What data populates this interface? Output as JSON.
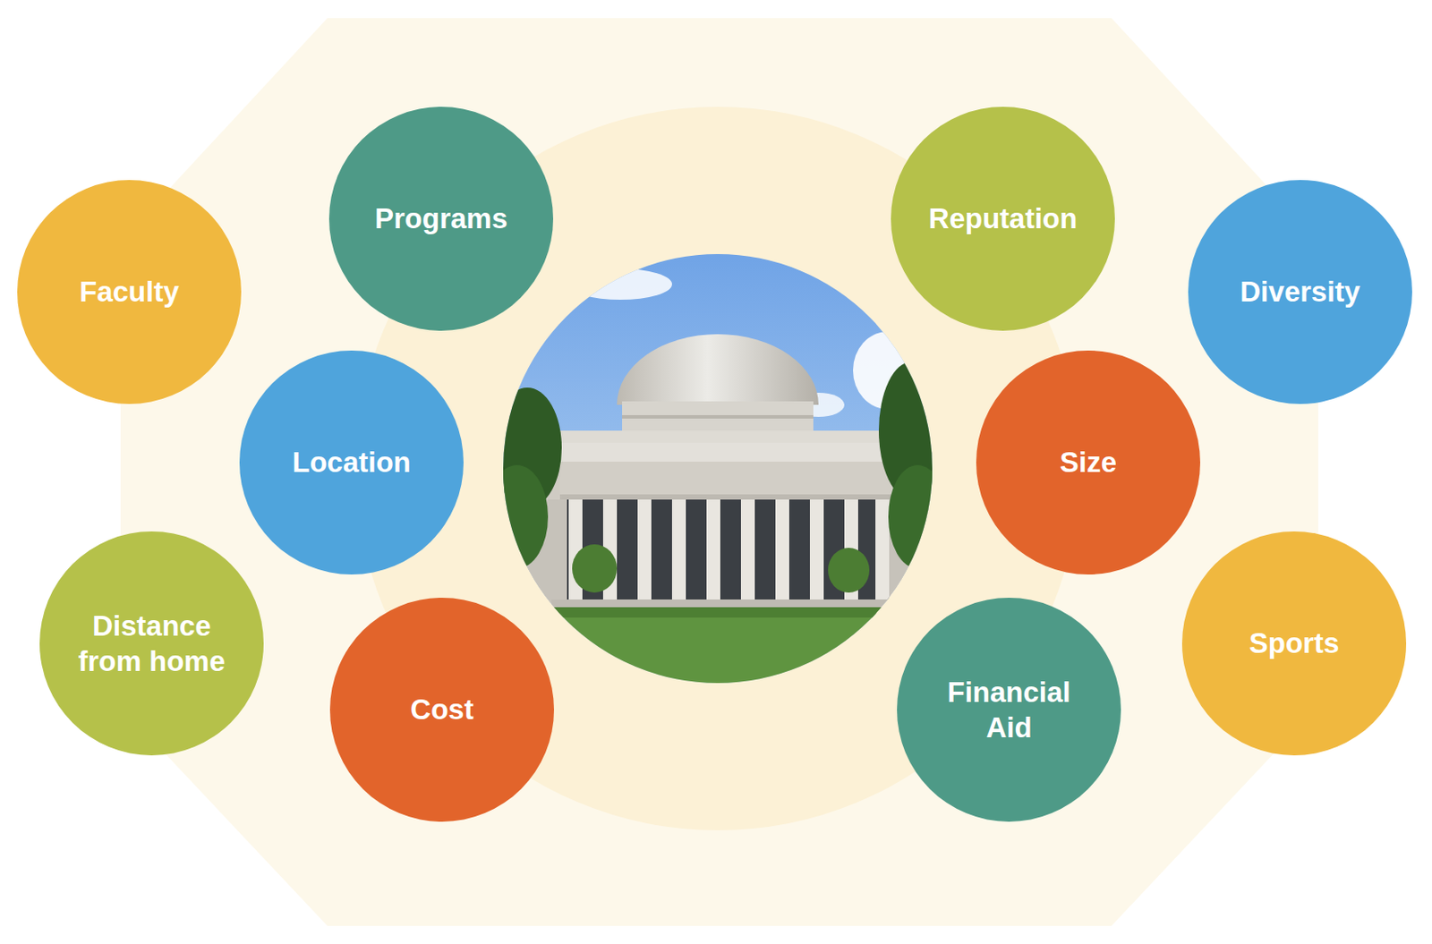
{
  "diagram": {
    "nodes": [
      {
        "text": [
          "Programs"
        ]
      },
      {
        "text": [
          "Reputation"
        ]
      },
      {
        "text": [
          "Faculty"
        ]
      },
      {
        "text": [
          "Diversity"
        ]
      },
      {
        "text": [
          "Location"
        ]
      },
      {
        "text": [
          "Size"
        ]
      },
      {
        "text": [
          "Distance from home"
        ]
      },
      {
        "text": [
          "Sports"
        ]
      },
      {
        "text": [
          "Cost"
        ]
      },
      {
        "text": [
          "Financial Aid"
        ]
      }
    ]
  }
}
